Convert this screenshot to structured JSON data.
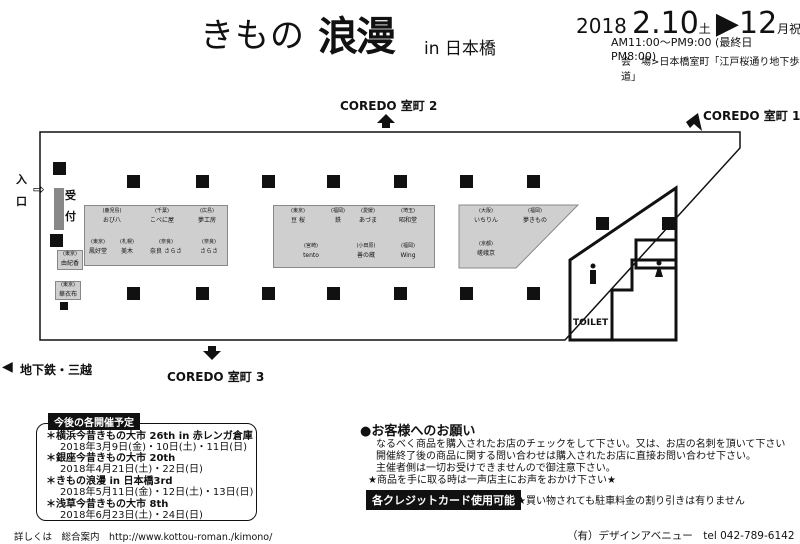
{
  "header": {
    "title_kana": "きもの",
    "title_kanji": "浪漫",
    "title_suffix": "in 日本橋",
    "year": "2018",
    "start_date": "2.10",
    "start_weekday": "土",
    "arrow": "▶",
    "end_date": "12",
    "end_suffix": "月祝",
    "hours": "AM11:00～PM9:00 (最終日 PM8:00)",
    "venue": "会　場>日本橋室町「江戸桜通り地下歩道」"
  },
  "map": {
    "coredo2": "COREDO 室町 2",
    "coredo1": "COREDO 室町 1",
    "coredo3": "COREDO 室町 3",
    "entrance": [
      "入",
      "口"
    ],
    "reception": [
      "受",
      "付"
    ],
    "subway": "地下鉄・三越",
    "toilet": "TOILET",
    "stalls_a": [
      {
        "pref": "(鹿児島)",
        "name": "おび八"
      },
      {
        "pref": "(千葉)",
        "name": "こべに屋"
      },
      {
        "pref": "(広島)",
        "name": "夢工房"
      },
      {
        "pref": "(東京)",
        "name": "鳳好堂"
      },
      {
        "pref": "(札幌)",
        "name": "美木"
      },
      {
        "pref": "(奈良)",
        "name": "奈良 さらさ"
      },
      {
        "pref": "(奈良)",
        "name": "さらさ"
      }
    ],
    "stalls_b": [
      {
        "pref": "(東京)",
        "name": "豆 桜"
      },
      {
        "pref": "(福岡)",
        "name": "鉄"
      },
      {
        "pref": "(愛媛)",
        "name": "あづま"
      },
      {
        "pref": "(埼玉)",
        "name": "昭和堂"
      },
      {
        "pref": "(宮崎)",
        "name": "tento"
      },
      {
        "pref": "(小田原)",
        "name": "善の蔵"
      },
      {
        "pref": "(福岡)",
        "name": "Wing"
      }
    ],
    "stalls_c": [
      {
        "pref": "(大阪)",
        "name": "いちりん"
      },
      {
        "pref": "(福岡)",
        "name": "夢きもの"
      },
      {
        "pref": "(京都)",
        "name": "嵯峨京"
      }
    ],
    "side_stalls": [
      {
        "pref": "(東京)",
        "name": "由紀香"
      },
      {
        "pref": "(東京)",
        "name": "華衣布"
      }
    ]
  },
  "events": {
    "heading": "今後の各開催予定",
    "items": [
      {
        "name": "＊横浜今昔きもの大市 26th  in 赤レンガ倉庫",
        "date": "2018年3月9日(金)・10日(土)・11日(日)"
      },
      {
        "name": "＊銀座今昔きもの大市 20th",
        "date": "2018年4月21日(土)・22日(日)"
      },
      {
        "name": "＊きもの浪漫 in 日本橋3rd",
        "date": "2018年5月11日(金)・12日(土)・13日(日)"
      },
      {
        "name": "＊浅草今昔きもの大市 8th",
        "date": "2018年6月23日(土)・24日(日)"
      }
    ]
  },
  "notice": {
    "title": "●お客様へのお願い",
    "lines": [
      "なるべく商品を購入されたお店のチェックをして下さい。又は、お店の名刺を頂いて下さい",
      "開催終了後の商品に関する問い合わせは購入されたお店に直接お問い合わせ下さい。",
      "主催者側は一切お受けできませんので御注意下さい。",
      "★商品を手に取る時は一声店主にお声をおかけ下さい★"
    ],
    "card_label": "各クレジットカード使用可能",
    "parking": "★買い物されても駐車料金の割り引きは有りません"
  },
  "footer": {
    "left": "詳しくは　総合案内　http://www.kottou-roman./kimono/",
    "right": "（有）デザインアベニュー　tel 042-789-6142"
  }
}
